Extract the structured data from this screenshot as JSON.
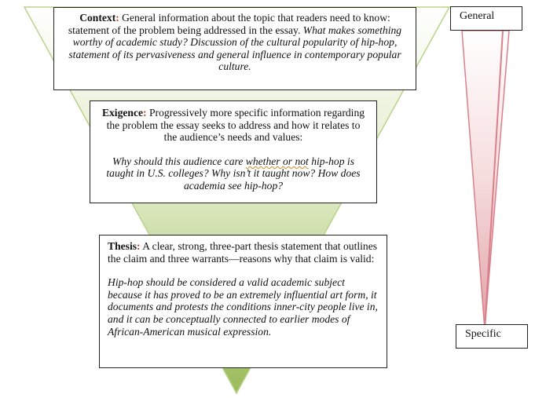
{
  "context": {
    "heading": "Context",
    "colon": ":",
    "body_regular": " General information about the topic that readers need to know: statement of the problem being addressed in the essay.",
    "body_italic": "What makes something worthy of academic study? Discussion of the cultural popularity of hip-hop, statement of its pervasiveness and general influence in contemporary popular culture."
  },
  "exigence": {
    "heading": "Exigence",
    "colon": ":",
    "body_regular": " Progressively more specific information regarding the problem the essay seeks to address and how it relates to the audience’s needs and values:",
    "italic_before": "Why should this audience care ",
    "italic_flagged": "whether or not",
    "italic_after": " hip-hop is taught in U.S. colleges?  Why isn’t it taught now? How does academia see hip-hop?"
  },
  "thesis": {
    "heading": "Thesis",
    "colon": ":",
    "body_regular": " A clear, strong, three-part thesis statement that outlines the claim and three warrants—reasons why that claim is valid:",
    "body_italic": "Hip-hop should be considered a valid academic subject because it has proved to be an extremely influential art form, it documents and protests the conditions inner-city people live in, and it can be conceptually connected to earlier modes of African-American musical expression."
  },
  "scale": {
    "top_label": "General",
    "bottom_label": "Specific"
  },
  "colors": {
    "funnel_fill_top": "#ffffff",
    "funnel_fill_bottom": "#9bbb59",
    "funnel_stroke": "#b8d48a",
    "wedge_fill_top": "#ffffff",
    "wedge_fill_bottom": "#e6b0b2",
    "wedge_stroke": "#d9808a",
    "heading_accent": "#c0392b",
    "text": "#111111",
    "spellcheck_underline": "#d08a1a"
  }
}
